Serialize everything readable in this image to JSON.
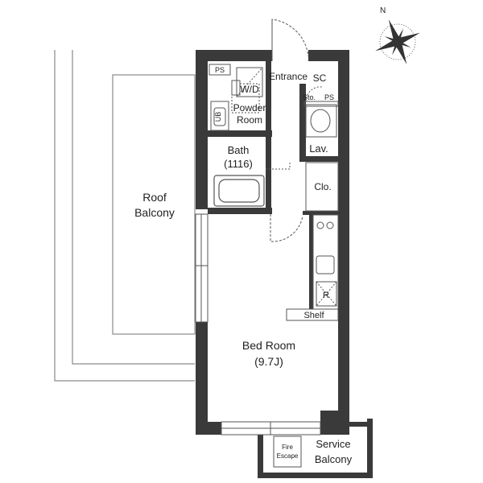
{
  "rooms": {
    "roof_balcony_line1": "Roof",
    "roof_balcony_line2": "Balcony",
    "entrance": "Entrance",
    "shoe_closet": "SC",
    "pipe_space_top": "PS",
    "pipe_space_right": "PS",
    "washer_dryer": "W/D",
    "powder_room_line1": "Powder",
    "powder_room_line2": "Room",
    "storage": "Sto.",
    "bath_line1": "Bath",
    "bath_line2": "(1116)",
    "lavatory": "Lav.",
    "closet": "Clo.",
    "refrigerator": "R",
    "shelf": "Shelf",
    "bedroom_line1": "Bed Room",
    "bedroom_line2": "(9.7J)",
    "fire_escape_line1": "Fire",
    "fire_escape_line2": "Escape",
    "service_balcony_line1": "Service",
    "service_balcony_line2": "Balcony",
    "unit_label": "UB"
  },
  "compass": {
    "north_label": "N"
  },
  "colors": {
    "wall": "#3a3a3a",
    "fixture": "#555555",
    "balcony_line": "#8a8a8a"
  }
}
